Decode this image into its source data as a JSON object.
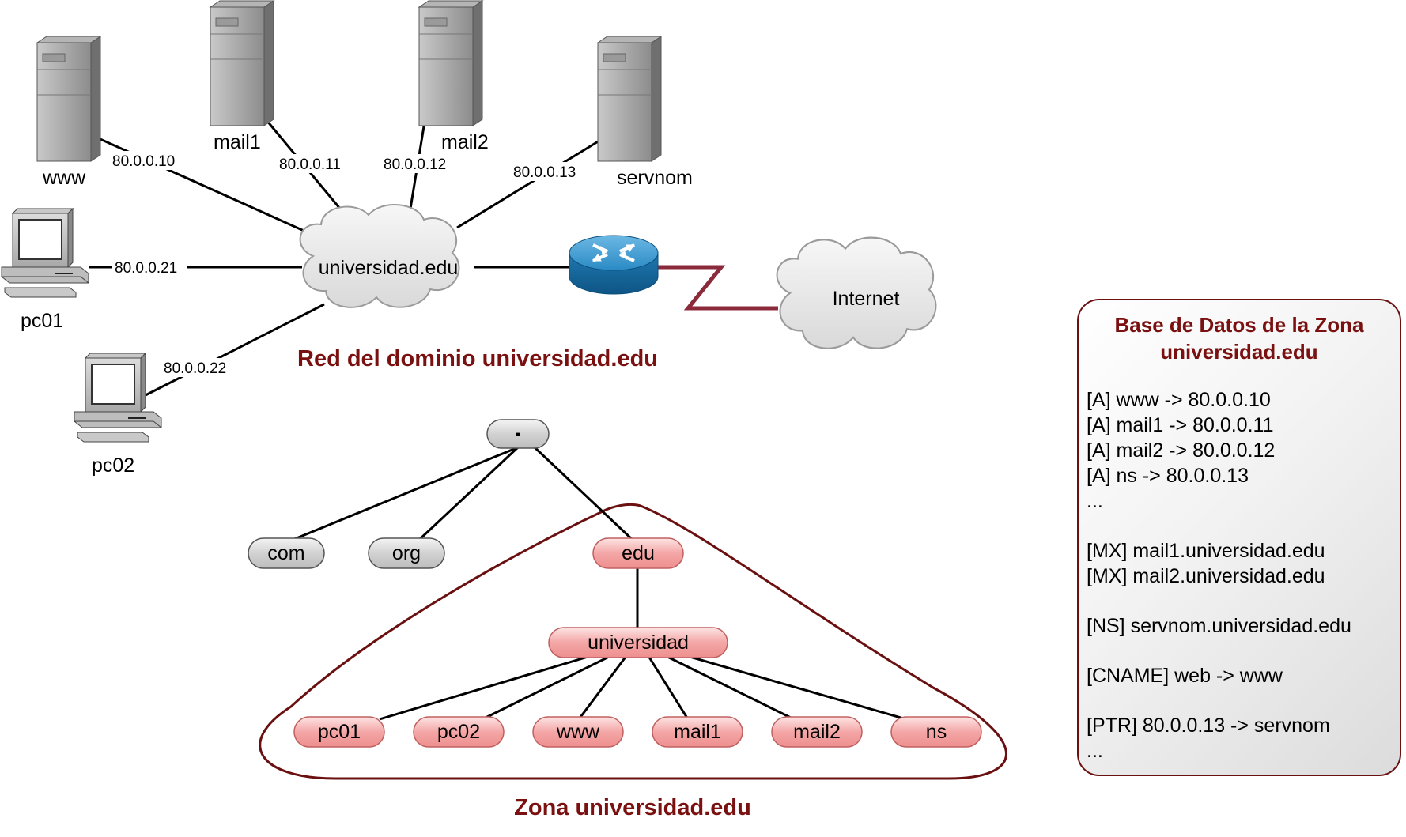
{
  "network": {
    "cloud_label": "universidad.edu",
    "internet_label": "Internet",
    "title": "Red del dominio universidad.edu",
    "hosts": [
      {
        "name": "www",
        "ip": "80.0.0.10"
      },
      {
        "name": "mail1",
        "ip": "80.0.0.11"
      },
      {
        "name": "mail2",
        "ip": "80.0.0.12"
      },
      {
        "name": "servnom",
        "ip": "80.0.0.13"
      },
      {
        "name": "pc01",
        "ip": "80.0.0.21"
      },
      {
        "name": "pc02",
        "ip": "80.0.0.22"
      }
    ]
  },
  "tree": {
    "root": ".",
    "tld": [
      "com",
      "org",
      "edu"
    ],
    "domain": "universidad",
    "leaves": [
      "pc01",
      "pc02",
      "www",
      "mail1",
      "mail2",
      "ns"
    ],
    "zone_title": "Zona universidad.edu"
  },
  "zone_db": {
    "title_line1": "Base de Datos de la Zona",
    "title_line2": "universidad.edu",
    "records": [
      "[A] www -> 80.0.0.10",
      "[A] mail1 -> 80.0.0.11",
      "[A] mail2 -> 80.0.0.12",
      "[A] ns -> 80.0.0.13",
      "...",
      "",
      "[MX] mail1.universidad.edu",
      "[MX] mail2.universidad.edu",
      "",
      "[NS] servnom.universidad.edu",
      "",
      "[CNAME] web -> www",
      "",
      "[PTR] 80.0.0.13 -> servnom",
      "..."
    ]
  },
  "colors": {
    "accent": "#7a1010",
    "zone_node_fill": "#f4a6a6",
    "gray_node_fill": "#d0d0d0",
    "router": "#1f7fb8",
    "wan_link": "#8b2a3a"
  }
}
